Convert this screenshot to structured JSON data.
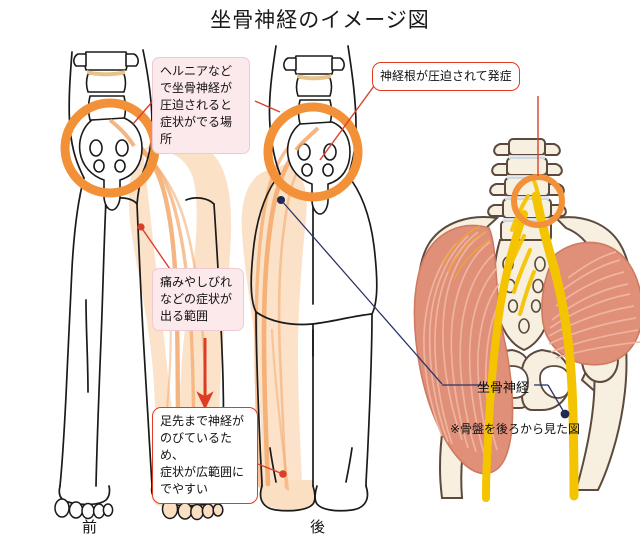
{
  "page": {
    "title": "坐骨神経のイメージ図",
    "background": "#ffffff"
  },
  "colors": {
    "accent_orange": "#f29138",
    "nerve_yellow": "#f5c400",
    "muscle_pink": "#e08f78",
    "bone_cream": "#f7efdf",
    "skin_shade": "#fbdfc3",
    "nerve_orange": "#f3a86a",
    "callout_pink_bg": "#fbe9ec",
    "callout_pink_border": "#f0c9d2",
    "callout_red_border": "#e23b22",
    "leader_red": "#d9402c",
    "leader_navy": "#2b3466",
    "outline": "#1a1a1a"
  },
  "callouts": [
    {
      "id": "herniation-callout",
      "text": "ヘルニアなど\nで坐骨神経が\n圧迫されると\n症状がでる場所",
      "style": "pink"
    },
    {
      "id": "symptom-range-callout",
      "text": "痛みやしびれ\nなどの症状が\n出る範囲",
      "style": "pink"
    },
    {
      "id": "toe-nerve-callout",
      "text": "足先まで神経が\nのびているため、\n症状が広範囲に\nでやすい",
      "style": "white"
    },
    {
      "id": "nerve-root-callout",
      "text": "神経根が圧迫されて発症",
      "style": "white"
    }
  ],
  "labels": {
    "front_view": "前",
    "back_view": "後",
    "sciatic_nerve": "坐骨神経",
    "pelvis_note": "※骨盤を後ろから見た図"
  },
  "figures": {
    "front_body": "front-view-human-body",
    "back_body": "back-view-human-body",
    "pelvis_anatomy": "posterior-pelvis-anatomy"
  }
}
